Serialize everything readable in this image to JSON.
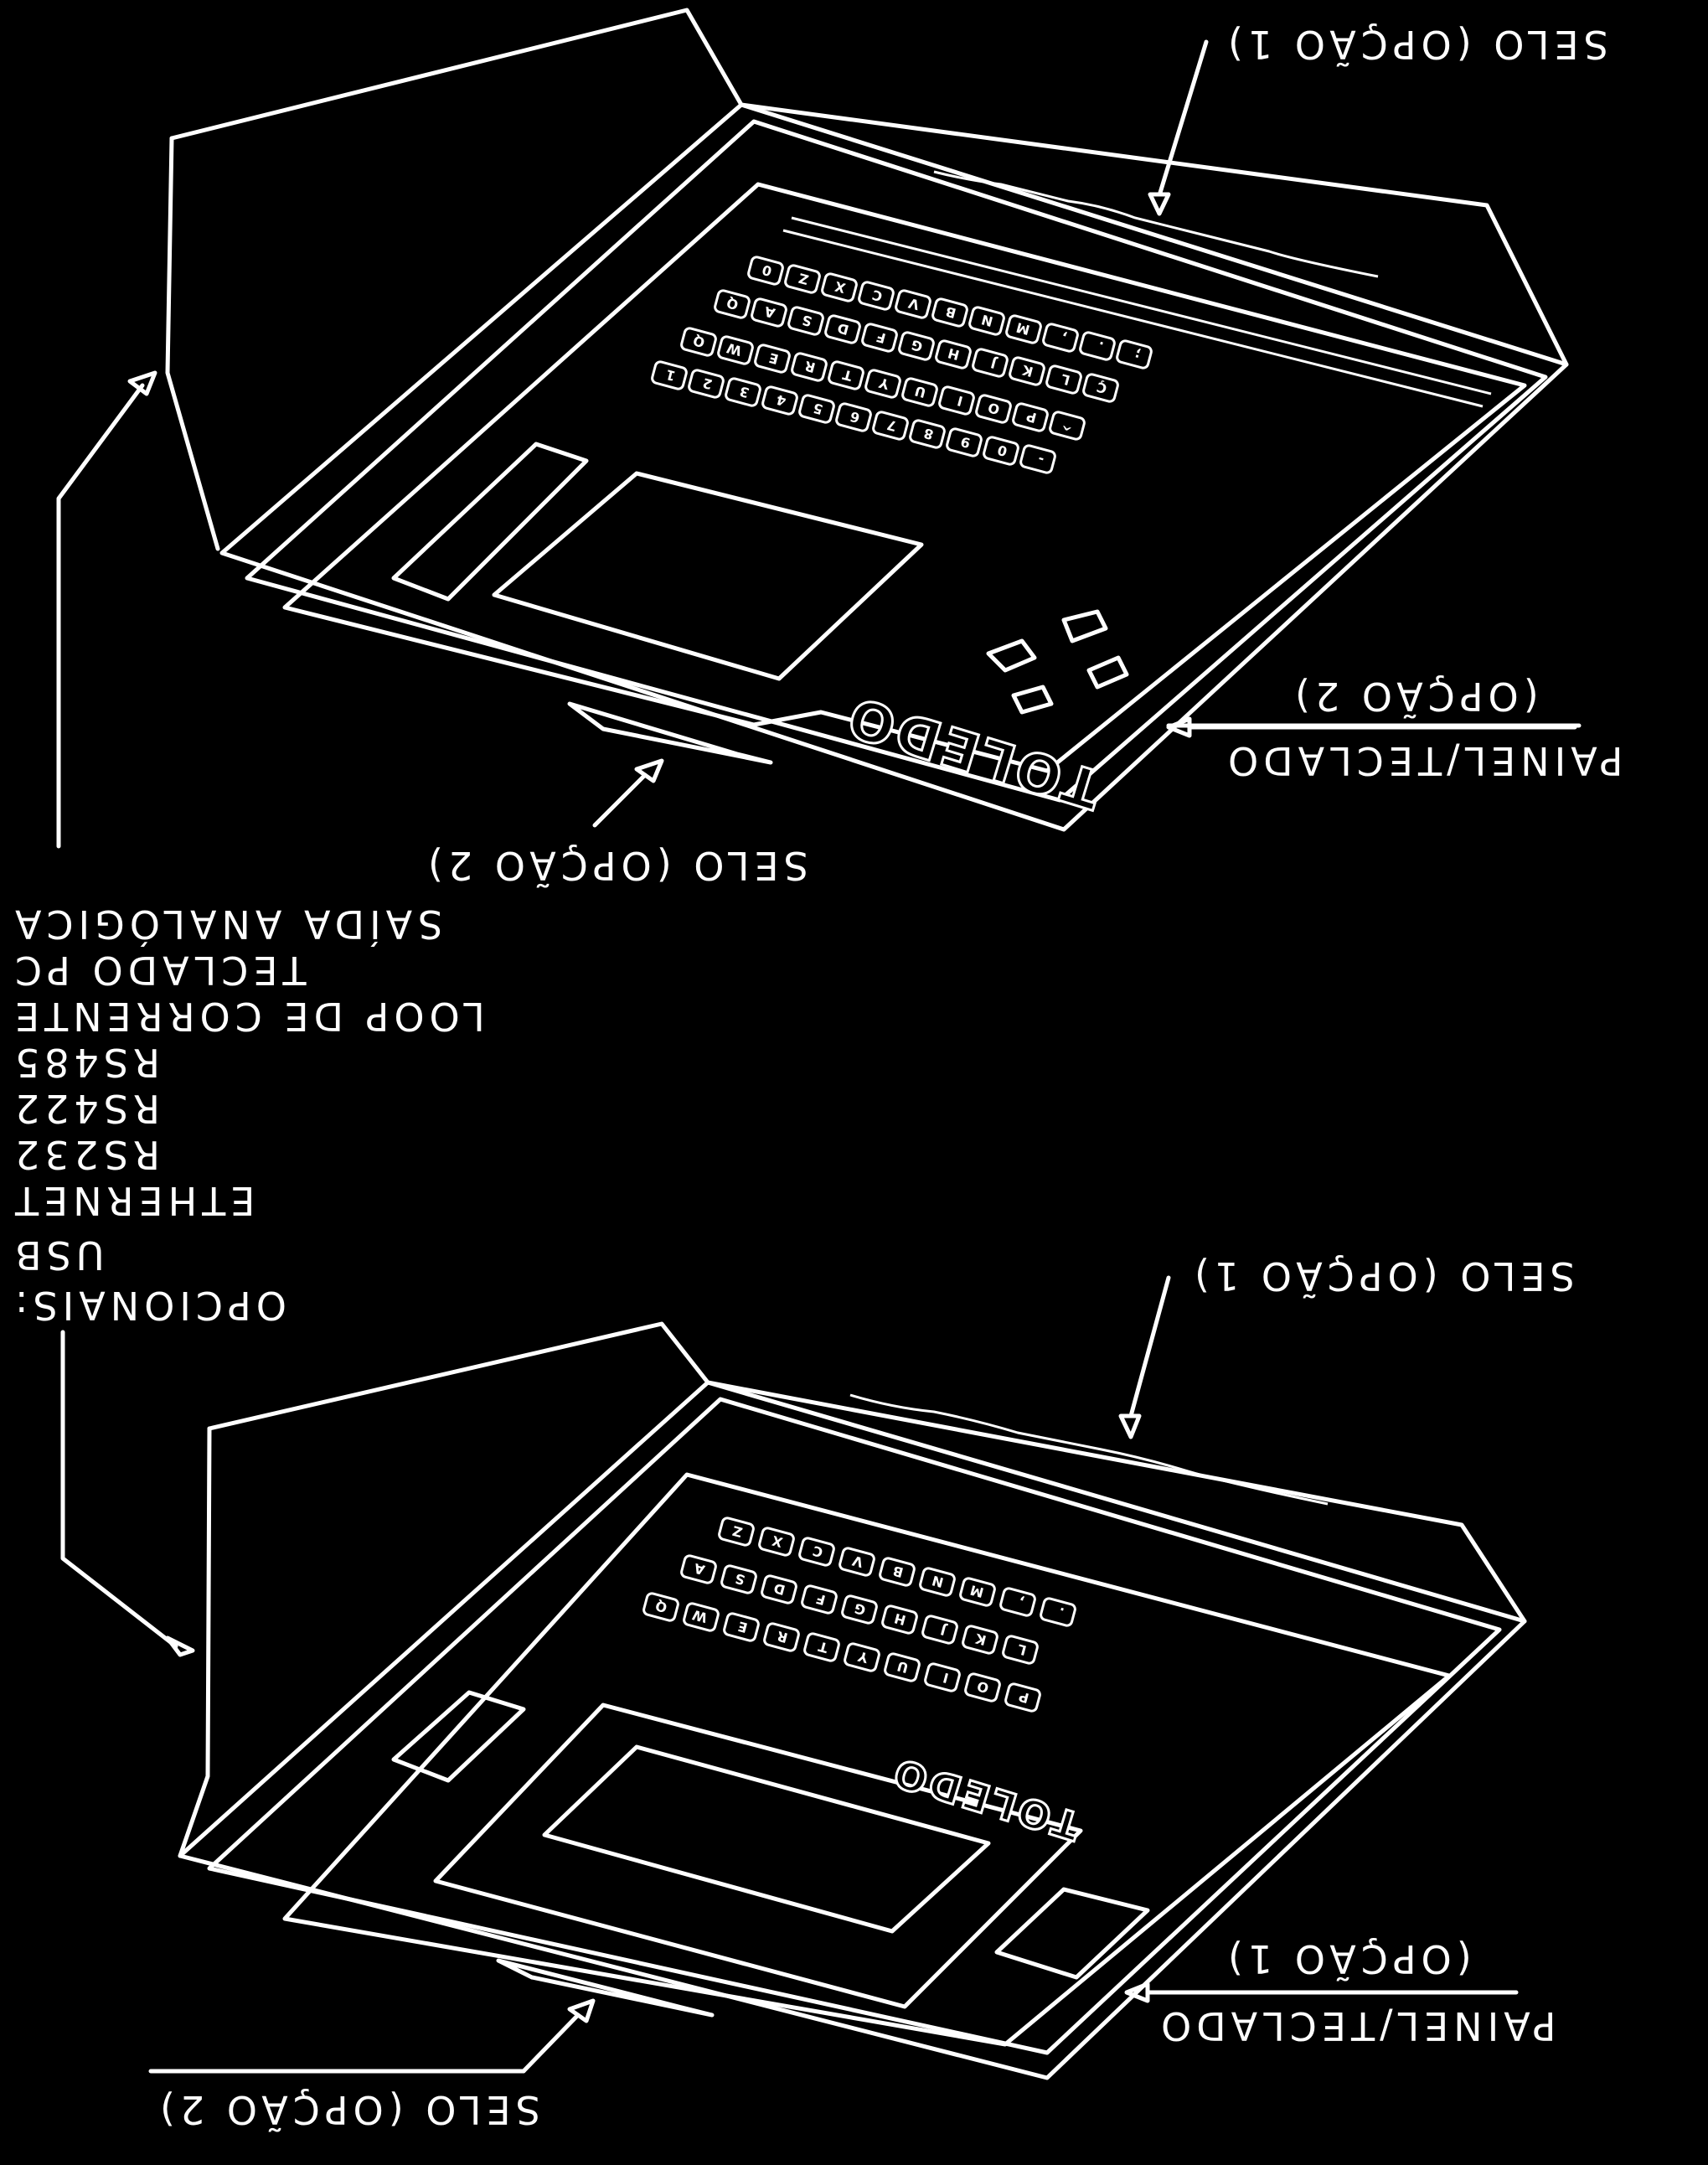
{
  "labels": {
    "top_seal_1": "SELO (OPÇÃO 1)",
    "top_panel_line1": "(OPÇÃO 2)",
    "top_panel_line2": "PAINEL/TECLADO",
    "top_seal_2": "SELO (OPÇÃO 2)",
    "bottom_seal_1": "SELO (OPÇÃO 1)",
    "bottom_panel_line1": "(OPÇÃO 1)",
    "bottom_panel_line2": "PAINEL/TECLADO",
    "bottom_seal_2": "SELO (OPÇÃO 2)"
  },
  "options": {
    "heading": "OPCIONAIS:",
    "items": [
      "USB",
      "ETHERNET",
      "RS232",
      "RS422",
      "RS485",
      "LOOP DE CORRENTE",
      "TECLADO PC",
      "SAÍDA ANALÓGICA"
    ]
  },
  "brand": {
    "top": "TOLEDO",
    "bottom": "TOLEDO"
  },
  "keys": {
    "top_row1": [
      "0",
      "Z",
      "X",
      "C",
      "V",
      "B",
      "N",
      "M",
      ",",
      ".",
      ";"
    ],
    "top_row2": [
      "Q",
      "A",
      "S",
      "D",
      "F",
      "G",
      "H",
      "J",
      "K",
      "L",
      "Ç"
    ],
    "top_row3": [
      "Q",
      "W",
      "E",
      "R",
      "T",
      "Y",
      "U",
      "I",
      "O",
      "P",
      "^"
    ],
    "top_row4": [
      "1",
      "2",
      "3",
      "4",
      "5",
      "6",
      "7",
      "8",
      "9",
      "0",
      "-"
    ],
    "bottom_row1": [
      "Z",
      "X",
      "C",
      "V",
      "B",
      "N",
      "M",
      ",",
      "."
    ],
    "bottom_row2": [
      "A",
      "S",
      "D",
      "F",
      "G",
      "H",
      "J",
      "K",
      "L"
    ],
    "bottom_row3": [
      "Q",
      "W",
      "E",
      "R",
      "T",
      "Y",
      "U",
      "I",
      "O",
      "P"
    ]
  },
  "colors": {
    "background": "#000000",
    "line": "#ffffff"
  }
}
